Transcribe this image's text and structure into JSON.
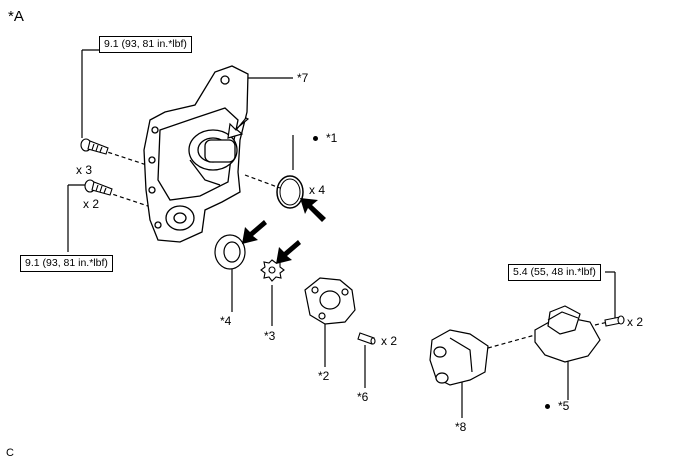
{
  "figure_label": "*A",
  "corner_code": "C",
  "torque": {
    "top_left": "9.1 (93, 81 in.*lbf)",
    "bottom_left": "9.1 (93, 81 in.*lbf)",
    "right": "5.4 (55, 48 in.*lbf)"
  },
  "callouts": {
    "p1": "*1",
    "p2": "*2",
    "p3": "*3",
    "p4": "*4",
    "p5": "*5",
    "p6": "*6",
    "p7": "*7",
    "p8": "*8"
  },
  "quantities": {
    "bolt_upper": "x 3",
    "bolt_lower": "x 2",
    "oring": "x 4",
    "pin": "x 2",
    "screw": "x 2"
  },
  "icons": [
    "bullet-dot-icon",
    "install-arrow-icon",
    "outline-arrow-icon"
  ]
}
